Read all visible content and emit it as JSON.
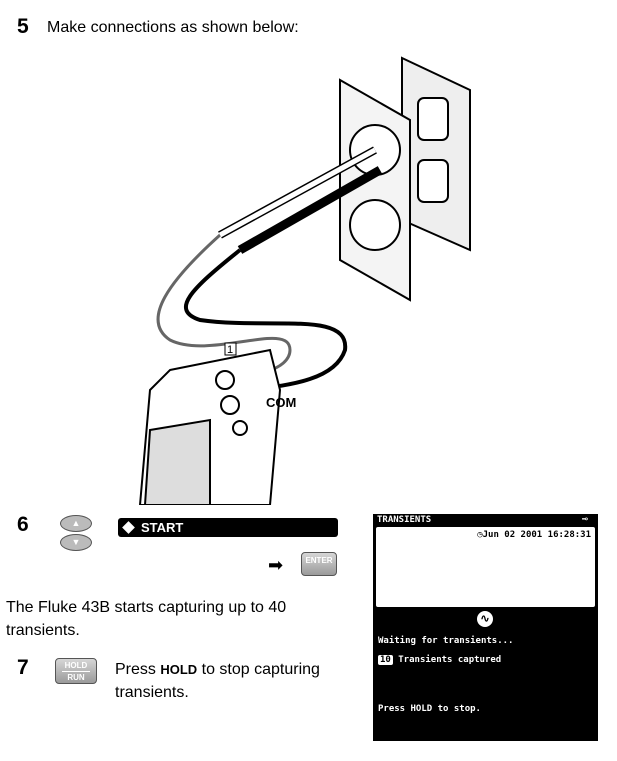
{
  "step5": {
    "number": "5",
    "text": "Make connections as shown below:",
    "illustration": {
      "input_label": "1",
      "com_label": "COM"
    }
  },
  "step6": {
    "number": "6",
    "menu_item": "START",
    "enter_key": "ENTER",
    "description": "The Fluke 43B starts capturing up to 40 transients."
  },
  "step7": {
    "number": "7",
    "key_top": "HOLD",
    "key_bottom": "RUN",
    "text_pre": "Press ",
    "text_key": "HOLD",
    "text_post": " to stop capturing transients."
  },
  "screen": {
    "title": "TRANSIENTS",
    "datetime": "Jun 02 2001 16:28:31",
    "status": "Waiting for transients...",
    "count": "10",
    "count_label": "Transients captured",
    "hint": "Press HOLD to stop."
  }
}
